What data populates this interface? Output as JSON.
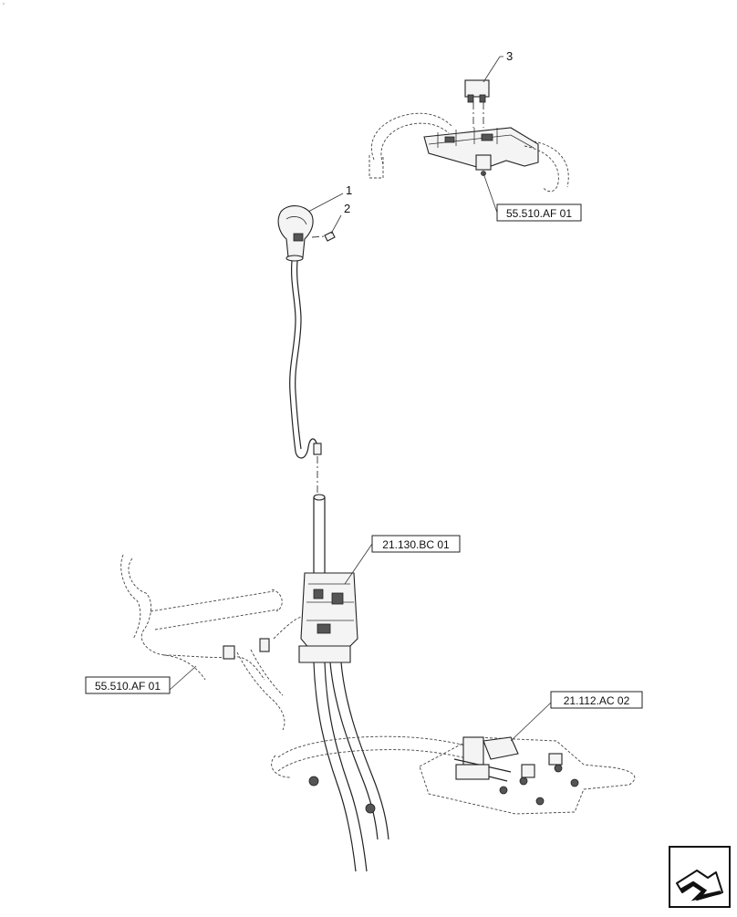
{
  "callouts": {
    "item1": "1",
    "item2": "2",
    "item3": "3"
  },
  "references": {
    "top_right": "55.510.AF 01",
    "middle_right": "21.130.BC 01",
    "left": "55.510.AF 01",
    "bottom_right": "21.112.AC 02"
  },
  "icons": {
    "corner": "navigation-arrow-icon"
  }
}
